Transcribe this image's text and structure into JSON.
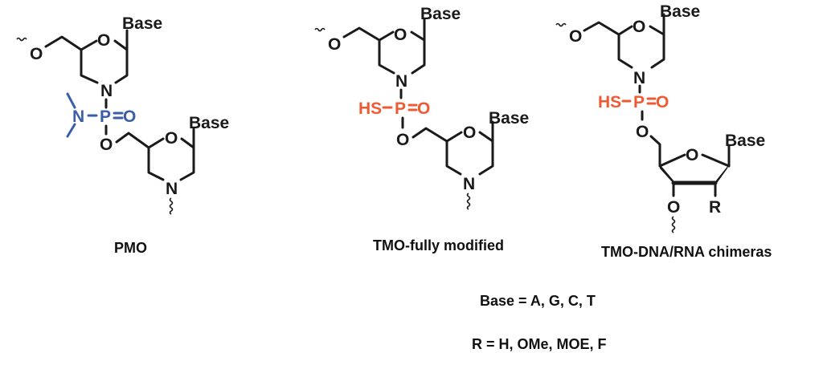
{
  "figure": {
    "title": "",
    "colors": {
      "bond": "#1a1a1a",
      "pmo_linkage": "#3a5ea8",
      "tmo_linkage": "#ee5a33",
      "background": "#ffffff"
    },
    "structures": [
      {
        "id": "pmo",
        "label": "PMO",
        "atoms": {
          "o_link": "O",
          "ring1_o": "O",
          "base1": "Base",
          "ring1_n": "N",
          "linker_n": "N",
          "p": "P",
          "p_eq_o": "O",
          "p_o": "O",
          "ring2_o": "O",
          "base2": "Base",
          "ring2_n": "N"
        }
      },
      {
        "id": "tmo-fully-modified",
        "label": "TMO-fully modified",
        "atoms": {
          "o_link": "O",
          "ring1_o": "O",
          "base1": "Base",
          "ring1_n": "N",
          "hs": "HS",
          "p": "P",
          "p_eq_o": "O",
          "p_o": "O",
          "ring2_o": "O",
          "base2": "Base",
          "ring2_n": "N"
        }
      },
      {
        "id": "tmo-dna-rna-chimeras",
        "label": "TMO-DNA/RNA chimeras",
        "atoms": {
          "o_link": "O",
          "ring1_o": "O",
          "base1": "Base",
          "ring1_n": "N",
          "hs": "HS",
          "p": "P",
          "p_eq_o": "O",
          "p_o": "O",
          "furanose_o": "O",
          "base2": "Base",
          "o3": "O",
          "r": "R"
        }
      }
    ],
    "definitions": [
      "Base = A, G, C, T",
      "R = H, OMe, MOE, F"
    ]
  }
}
